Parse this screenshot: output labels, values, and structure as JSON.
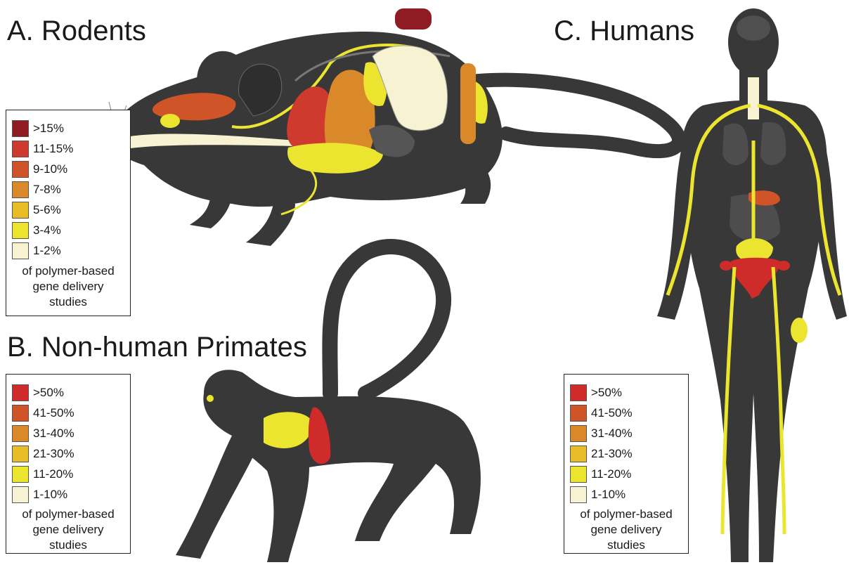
{
  "panels": {
    "rodents": {
      "title": "A. Rodents",
      "legend": [
        {
          "label": ">15%",
          "color": "#8e1c22"
        },
        {
          "label": "11-15%",
          "color": "#cf3a2e"
        },
        {
          "label": "9-10%",
          "color": "#cf5428"
        },
        {
          "label": "7-8%",
          "color": "#d9882a"
        },
        {
          "label": "5-6%",
          "color": "#e8bd28"
        },
        {
          "label": "3-4%",
          "color": "#ece530"
        },
        {
          "label": "1-2%",
          "color": "#f7f3d2"
        }
      ],
      "note": "of polymer-based\ngene delivery\nstudies"
    },
    "primates": {
      "title": "B. Non-human Primates",
      "legend": [
        {
          "label": ">50%",
          "color": "#cf2b2b"
        },
        {
          "label": "41-50%",
          "color": "#cf5428"
        },
        {
          "label": "31-40%",
          "color": "#d9882a"
        },
        {
          "label": "21-30%",
          "color": "#e8bd28"
        },
        {
          "label": "11-20%",
          "color": "#ece530"
        },
        {
          "label": "1-10%",
          "color": "#f7f3d2"
        }
      ],
      "note": "of polymer-based\ngene delivery\nstudies"
    },
    "humans": {
      "title": "C. Humans",
      "legend": [
        {
          "label": ">50%",
          "color": "#cf2b2b"
        },
        {
          "label": "41-50%",
          "color": "#cf5428"
        },
        {
          "label": "31-40%",
          "color": "#d9882a"
        },
        {
          "label": "21-30%",
          "color": "#e8bd28"
        },
        {
          "label": "11-20%",
          "color": "#ece530"
        },
        {
          "label": "1-10%",
          "color": "#f7f3d2"
        }
      ],
      "note": "of polymer-based\ngene delivery\nstudies"
    }
  },
  "colors": {
    "body": "#383838",
    "organ_gray": "#555555",
    "outline": "#6a6a6a"
  }
}
